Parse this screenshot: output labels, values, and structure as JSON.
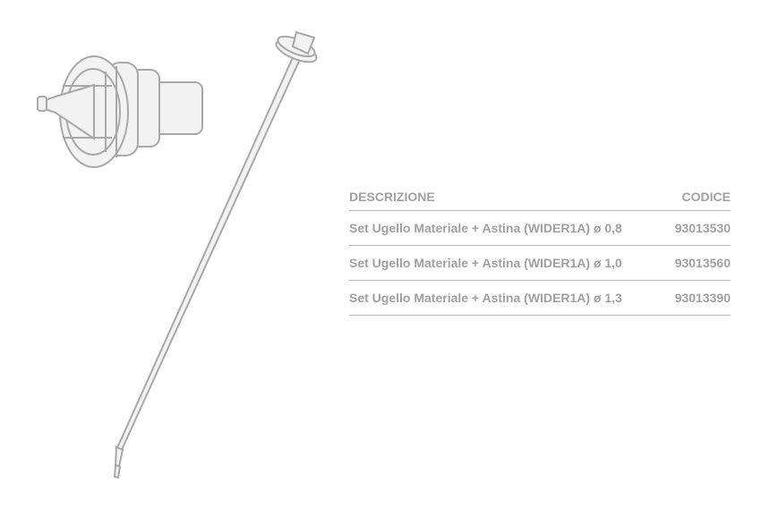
{
  "table": {
    "headers": {
      "description": "DESCRIZIONE",
      "code": "CODICE"
    },
    "rows": [
      {
        "description": "Set Ugello Materiale + Astina (WIDER1A) ø 0,8",
        "code": "93013530"
      },
      {
        "description": "Set Ugello Materiale + Astina (WIDER1A) ø 1,0",
        "code": "93013560"
      },
      {
        "description": "Set Ugello Materiale + Astina (WIDER1A) ø 1,3",
        "code": "93013390"
      }
    ]
  },
  "colors": {
    "text": "#a0a0a0",
    "line": "#b8b8b8",
    "drawing_stroke": "#a8a8a8",
    "drawing_fill": "#f2f2f2"
  }
}
